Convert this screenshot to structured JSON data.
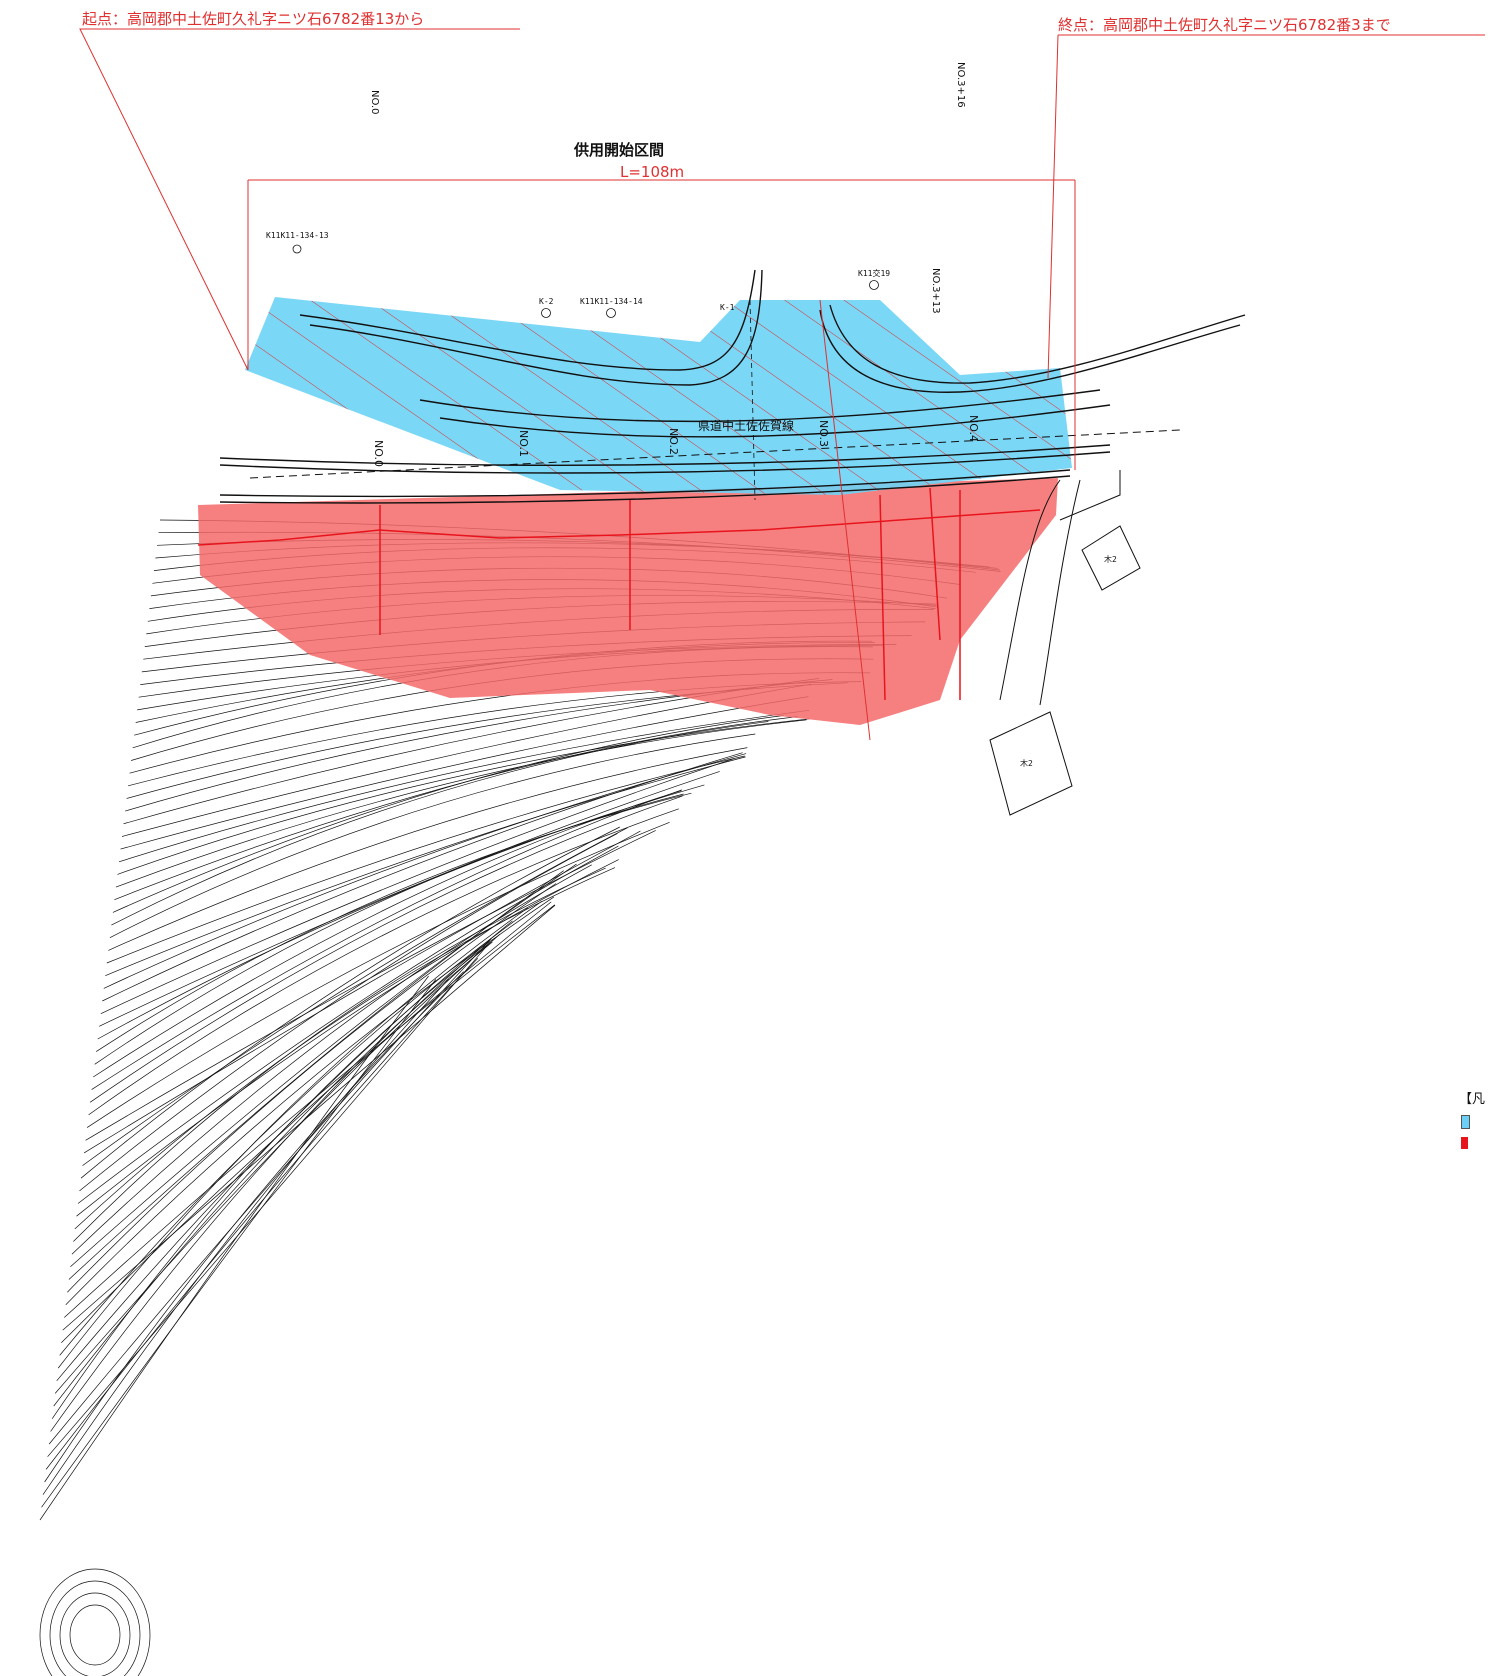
{
  "header": {
    "start_label": "起点：高岡郡中土佐町久礼字ニツ石6782番13から",
    "end_label": "終点：高岡郡中土佐町久礼字ニツ石6782番3まで"
  },
  "stations": {
    "no0_top": "NO.0",
    "no3_16": "NO.3+16",
    "no3_13": "NO.3+13",
    "no1": "NO.1",
    "no2": "NO.2",
    "no3": "NO.3",
    "no4": "NO.4",
    "no0_road": "NO.0"
  },
  "section": {
    "title": "供用開始区間",
    "length": "L=108m"
  },
  "road": {
    "name": "県道中土佐佐賀線"
  },
  "benchmarks": {
    "k11_134_13": "K11K11-134-13",
    "k2": "K-2",
    "k11_134_14": "K11K11-134-14",
    "k1": "K-1",
    "k11_19": "K11交19"
  },
  "buildings": {
    "b1": "木2",
    "b2": "木2"
  },
  "legend": {
    "title": "【凡",
    "blue_color": "#6ccff6",
    "red_color": "#e8141c"
  },
  "colors": {
    "blue_area": "#6dd3f5",
    "red_area": "#f46a6a",
    "red_line": "#e03030"
  }
}
